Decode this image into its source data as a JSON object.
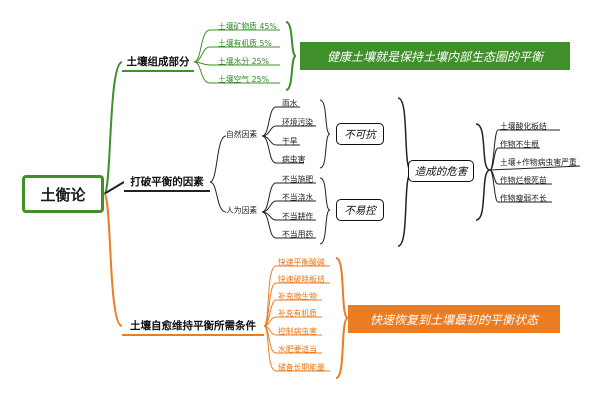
{
  "root": "土衡论",
  "branch1": {
    "title": "土壤组成部分",
    "items": [
      "土壤矿物质   45%",
      "土壤有机质   5%",
      "土壤水分     25%",
      "土壤空气     25%"
    ],
    "callout": "健康土壤就是保持土壤内部生态圈的平衡"
  },
  "branch2": {
    "title": "打破平衡的因素",
    "natural": {
      "label": "自然因素",
      "items": [
        "雨水",
        "环境污染",
        "干旱",
        "病虫害"
      ],
      "tag": "不可抗"
    },
    "human": {
      "label": "人为因素",
      "items": [
        "不当施肥",
        "不当浇水",
        "不当耕作",
        "不当用药"
      ],
      "tag": "不易控"
    },
    "harm_label": "造成的危害",
    "harms": [
      "土壤酸化板结",
      "作物不生根",
      "土壤+作物病虫害严重",
      "作物烂根死苗",
      "作物瘦弱不长"
    ]
  },
  "branch3": {
    "title": "土壤自愈维持平衡所需条件",
    "items": [
      "快速平衡酸碱",
      "快速破除板结",
      "补充微生物",
      "补充有机质",
      "控制病虫害",
      "水肥要适当",
      "储备长期能量"
    ],
    "callout": "快速恢复到土壤最初的平衡状态"
  },
  "colors": {
    "green": "#3f8f2b",
    "orange": "#ec7c21",
    "dark": "#222222"
  }
}
